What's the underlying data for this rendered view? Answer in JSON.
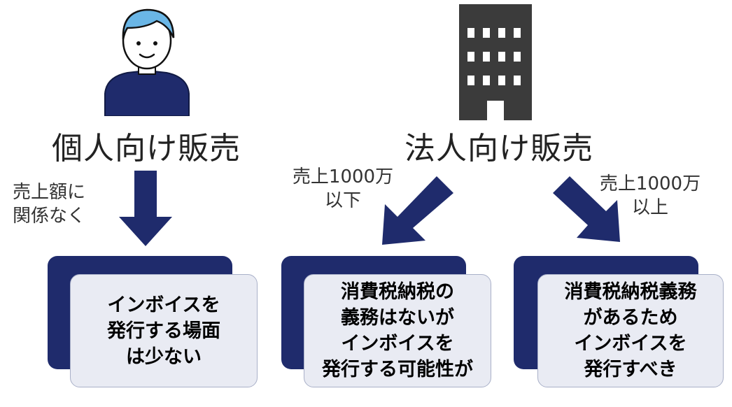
{
  "individual": {
    "heading": "個人向け販売",
    "condition_lines": [
      "売上額に",
      "関係なく"
    ],
    "box_lines": [
      "インボイスを",
      "発行する場面",
      "は少ない"
    ]
  },
  "corporate": {
    "heading": "法人向け販売",
    "left": {
      "condition_lines": [
        "売上1000万",
        "以下"
      ],
      "box_lines": [
        "消費税納税の",
        "義務はないが",
        "インボイスを",
        "発行する可能性が"
      ]
    },
    "right": {
      "condition_lines": [
        "売上1000万",
        "以上"
      ],
      "box_lines": [
        "消費税納税義務",
        "があるため",
        "インボイスを",
        "発行すべき"
      ]
    }
  },
  "colors": {
    "arrow": "#1f2b6c",
    "card_back": "#1f2b6c",
    "card_front": "#e9ebf3",
    "person_hair": "#6ab6e6",
    "person_body": "#1f2b6c",
    "building": "#3b3b3b"
  },
  "icons": [
    "person-icon",
    "building-icon"
  ]
}
